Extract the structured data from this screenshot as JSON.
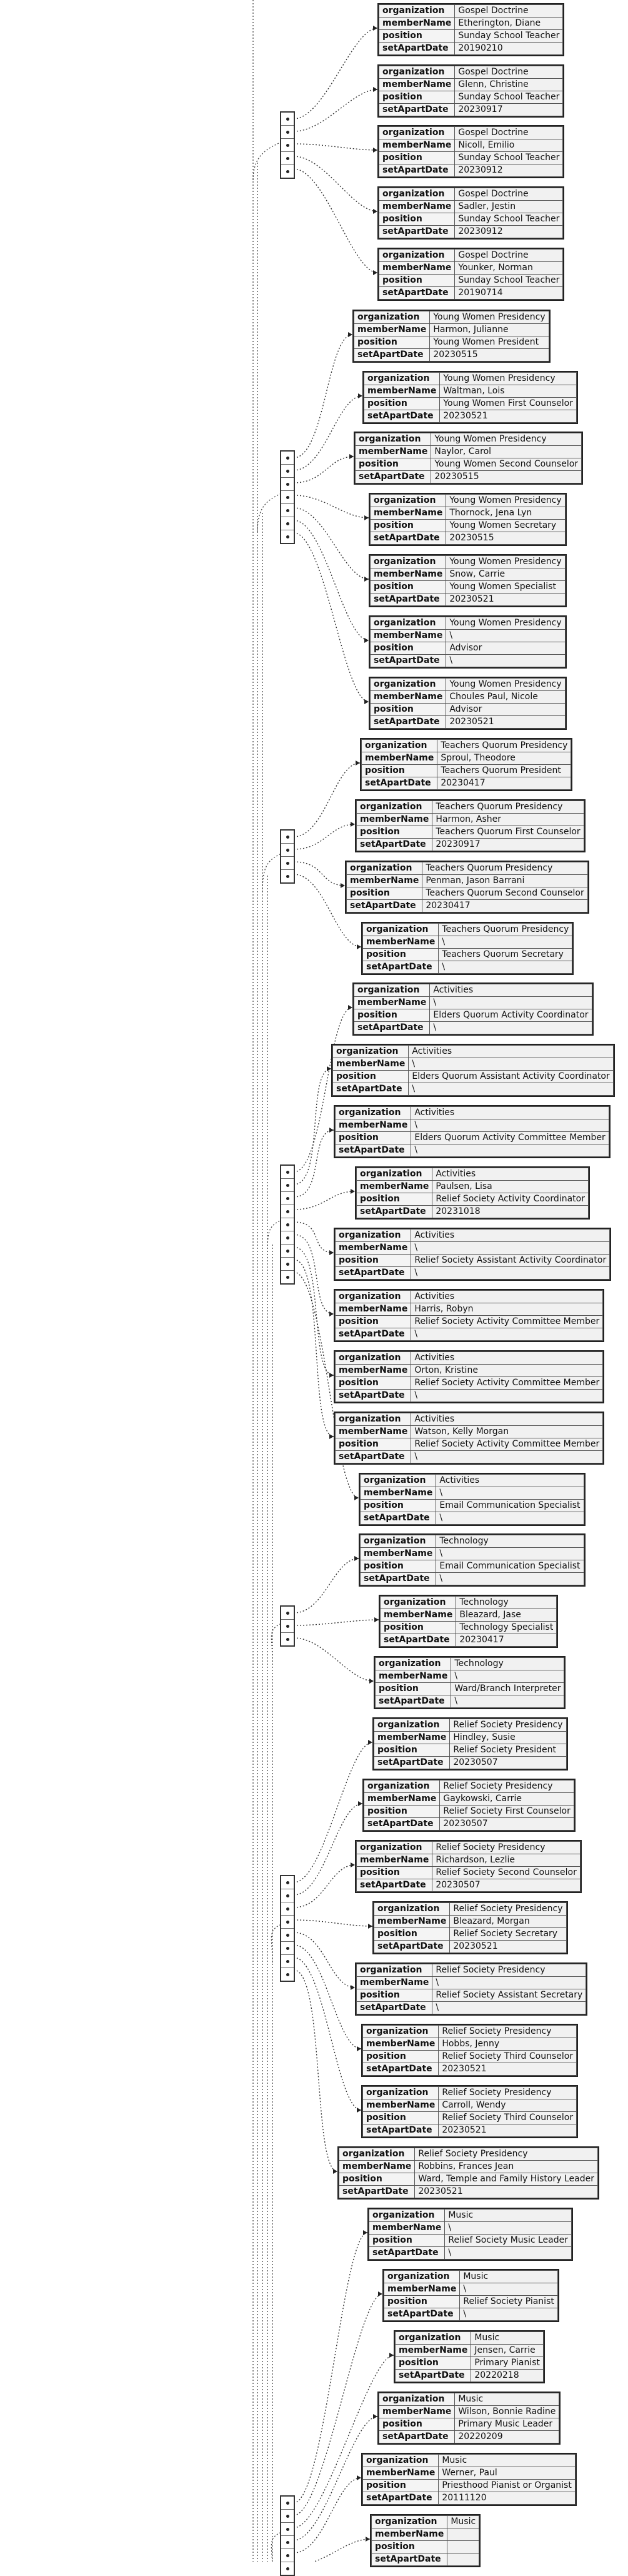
{
  "keys": [
    "organization",
    "memberName",
    "position",
    "setApartDate"
  ],
  "empty_value": "\\",
  "groups": [
    {
      "rows": [
        {
          "organization": "Gospel Doctrine",
          "memberName": "Etherington, Diane",
          "position": "Sunday School Teacher",
          "setApartDate": "20190210"
        },
        {
          "organization": "Gospel Doctrine",
          "memberName": "Glenn, Christine",
          "position": "Sunday School Teacher",
          "setApartDate": "20230917"
        },
        {
          "organization": "Gospel Doctrine",
          "memberName": "Nicoll, Emilio",
          "position": "Sunday School Teacher",
          "setApartDate": "20230912"
        },
        {
          "organization": "Gospel Doctrine",
          "memberName": "Sadler, Jestin",
          "position": "Sunday School Teacher",
          "setApartDate": "20230912"
        },
        {
          "organization": "Gospel Doctrine",
          "memberName": "Younker, Norman",
          "position": "Sunday School Teacher",
          "setApartDate": "20190714"
        }
      ]
    },
    {
      "rows": [
        {
          "organization": "Young Women Presidency",
          "memberName": "Harmon, Julianne",
          "position": "Young Women President",
          "setApartDate": "20230515"
        },
        {
          "organization": "Young Women Presidency",
          "memberName": "Waltman, Lois",
          "position": "Young Women First Counselor",
          "setApartDate": "20230521"
        },
        {
          "organization": "Young Women Presidency",
          "memberName": "Naylor, Carol",
          "position": "Young Women Second Counselor",
          "setApartDate": "20230515"
        },
        {
          "organization": "Young Women Presidency",
          "memberName": "Thornock, Jena Lyn",
          "position": "Young Women Secretary",
          "setApartDate": "20230515"
        },
        {
          "organization": "Young Women Presidency",
          "memberName": "Snow, Carrie",
          "position": "Young Women Specialist",
          "setApartDate": "20230521"
        },
        {
          "organization": "Young Women Presidency",
          "memberName": "\\",
          "position": "Advisor",
          "setApartDate": "\\"
        },
        {
          "organization": "Young Women Presidency",
          "memberName": "Choules Paul, Nicole",
          "position": "Advisor",
          "setApartDate": "20230521"
        }
      ]
    },
    {
      "rows": [
        {
          "organization": "Teachers Quorum Presidency",
          "memberName": "Sproul, Theodore",
          "position": "Teachers Quorum President",
          "setApartDate": "20230417"
        },
        {
          "organization": "Teachers Quorum Presidency",
          "memberName": "Harmon, Asher",
          "position": "Teachers Quorum First Counselor",
          "setApartDate": "20230917"
        },
        {
          "organization": "Teachers Quorum Presidency",
          "memberName": "Penman, Jason Barrani",
          "position": "Teachers Quorum Second Counselor",
          "setApartDate": "20230417"
        },
        {
          "organization": "Teachers Quorum Presidency",
          "memberName": "\\",
          "position": "Teachers Quorum Secretary",
          "setApartDate": "\\"
        }
      ]
    },
    {
      "rows": [
        {
          "organization": "Activities",
          "memberName": "\\",
          "position": "Elders Quorum Activity Coordinator",
          "setApartDate": "\\"
        },
        {
          "organization": "Activities",
          "memberName": "\\",
          "position": "Elders Quorum Assistant Activity Coordinator",
          "setApartDate": "\\"
        },
        {
          "organization": "Activities",
          "memberName": "\\",
          "position": "Elders Quorum Activity Committee Member",
          "setApartDate": "\\"
        },
        {
          "organization": "Activities",
          "memberName": "Paulsen, Lisa",
          "position": "Relief Society Activity Coordinator",
          "setApartDate": "20231018"
        },
        {
          "organization": "Activities",
          "memberName": "\\",
          "position": "Relief Society Assistant Activity Coordinator",
          "setApartDate": "\\"
        },
        {
          "organization": "Activities",
          "memberName": "Harris, Robyn",
          "position": "Relief Society Activity Committee Member",
          "setApartDate": "\\"
        },
        {
          "organization": "Activities",
          "memberName": "Orton, Kristine",
          "position": "Relief Society Activity Committee Member",
          "setApartDate": "\\"
        },
        {
          "organization": "Activities",
          "memberName": "Watson, Kelly Morgan",
          "position": "Relief Society Activity Committee Member",
          "setApartDate": "\\"
        },
        {
          "organization": "Activities",
          "memberName": "\\",
          "position": "Email Communication Specialist",
          "setApartDate": "\\"
        }
      ]
    },
    {
      "rows": [
        {
          "organization": "Technology",
          "memberName": "\\",
          "position": "Email Communication Specialist",
          "setApartDate": "\\"
        },
        {
          "organization": "Technology",
          "memberName": "Bleazard, Jase",
          "position": "Technology Specialist",
          "setApartDate": "20230417"
        },
        {
          "organization": "Technology",
          "memberName": "\\",
          "position": "Ward/Branch Interpreter",
          "setApartDate": "\\"
        }
      ]
    },
    {
      "rows": [
        {
          "organization": "Relief Society Presidency",
          "memberName": "Hindley, Susie",
          "position": "Relief Society President",
          "setApartDate": "20230507"
        },
        {
          "organization": "Relief Society Presidency",
          "memberName": "Gaykowski, Carrie",
          "position": "Relief Society First Counselor",
          "setApartDate": "20230507"
        },
        {
          "organization": "Relief Society Presidency",
          "memberName": "Richardson, Lezlie",
          "position": "Relief Society Second Counselor",
          "setApartDate": "20230507"
        },
        {
          "organization": "Relief Society Presidency",
          "memberName": "Bleazard, Morgan",
          "position": "Relief Society Secretary",
          "setApartDate": "20230521"
        },
        {
          "organization": "Relief Society Presidency",
          "memberName": "\\",
          "position": "Relief Society Assistant Secretary",
          "setApartDate": "\\"
        },
        {
          "organization": "Relief Society Presidency",
          "memberName": "Hobbs, Jenny",
          "position": "Relief Society Third Counselor",
          "setApartDate": "20230521"
        },
        {
          "organization": "Relief Society Presidency",
          "memberName": "Carroll, Wendy",
          "position": "Relief Society Third Counselor",
          "setApartDate": "20230521"
        },
        {
          "organization": "Relief Society Presidency",
          "memberName": "Robbins, Frances Jean",
          "position": "Ward, Temple and Family History Leader",
          "setApartDate": "20230521"
        }
      ]
    },
    {
      "rows": [
        {
          "organization": "Music",
          "memberName": "\\",
          "position": "Relief Society Music Leader",
          "setApartDate": "\\"
        },
        {
          "organization": "Music",
          "memberName": "\\",
          "position": "Relief Society Pianist",
          "setApartDate": "\\"
        },
        {
          "organization": "Music",
          "memberName": "Jensen, Carrie",
          "position": "Primary Pianist",
          "setApartDate": "20220218"
        },
        {
          "organization": "Music",
          "memberName": "Wilson, Bonnie Radine",
          "position": "Primary Music Leader",
          "setApartDate": "20220209"
        },
        {
          "organization": "Music",
          "memberName": "Werner, Paul",
          "position": "Priesthood Pianist or Organist",
          "setApartDate": "20111120"
        },
        {
          "organization": "Music",
          "memberName": "",
          "position": "",
          "setApartDate": ""
        }
      ]
    }
  ]
}
